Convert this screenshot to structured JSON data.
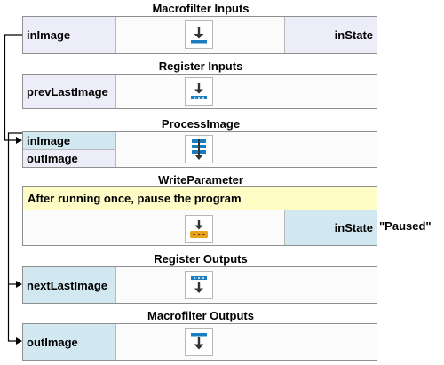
{
  "blocks": {
    "macrofilter_inputs": {
      "title": "Macrofilter Inputs",
      "left_port": "inImage",
      "right_port": "inState"
    },
    "register_inputs": {
      "title": "Register Inputs",
      "left_port": "prevLastImage"
    },
    "process_image": {
      "title": "ProcessImage",
      "input_port": "inImage",
      "output_port": "outImage"
    },
    "write_parameter": {
      "title": "WriteParameter",
      "comment": "After running once, pause the program",
      "right_port": "inState",
      "external_value": "\"Paused\""
    },
    "register_outputs": {
      "title": "Register Outputs",
      "left_port": "nextLastImage"
    },
    "macrofilter_outputs": {
      "title": "Macrofilter Outputs",
      "left_port": "outImage"
    }
  },
  "icons": {
    "macrofilter_inputs": "macrofilter-input-arrow-icon",
    "register_inputs": "register-input-icon",
    "process_image": "process-image-icon",
    "write_parameter": "write-parameter-icon",
    "register_outputs": "register-output-icon",
    "macrofilter_outputs": "macrofilter-output-arrow-icon"
  },
  "colors": {
    "icon_blue": "#1c7cc0",
    "icon_orange": "#e8a21c",
    "port_lavender": "#ecedf8",
    "port_cyan": "#d2e8f0",
    "comment_yellow": "#fffcc6"
  }
}
